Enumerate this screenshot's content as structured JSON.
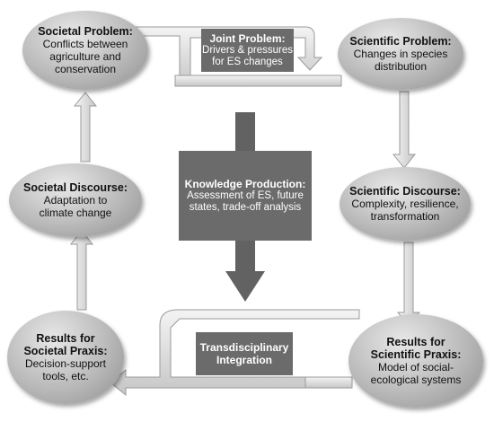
{
  "nodes": {
    "societal_problem": {
      "heading": "Societal Problem:",
      "lines": [
        "Conflicts between",
        "agriculture and",
        "conservation"
      ]
    },
    "scientific_problem": {
      "heading": "Scientific Problem:",
      "lines": [
        "Changes in species",
        "distribution"
      ]
    },
    "societal_discourse": {
      "heading": "Societal Discourse:",
      "lines": [
        "Adaptation to",
        "climate change"
      ]
    },
    "scientific_discourse": {
      "heading": "Scientific Discourse:",
      "lines": [
        "Complexity, resilience,",
        "transformation"
      ]
    },
    "results_societal": {
      "heading_lines": [
        "Results for",
        "Societal Praxis:"
      ],
      "lines": [
        "Decision-support",
        "tools, etc."
      ]
    },
    "results_scientific": {
      "heading_lines": [
        "Results for",
        "Scientific Praxis:"
      ],
      "lines": [
        "Model of social-",
        "ecological systems"
      ]
    }
  },
  "joint_problem": {
    "heading": "Joint Problem:",
    "lines": [
      "Drivers & pressures",
      "for ES changes"
    ]
  },
  "knowledge_production": {
    "heading": "Knowledge Production:",
    "lines": [
      "Assessment of ES, future",
      "states, trade-off analysis"
    ]
  },
  "integration": {
    "lines": [
      "Transdisciplinary",
      "Integration"
    ]
  },
  "colors": {
    "dark_box": "#6b6b6b",
    "arrow_fill": "#dcdcdc",
    "arrow_stroke": "#9a9a9a"
  }
}
